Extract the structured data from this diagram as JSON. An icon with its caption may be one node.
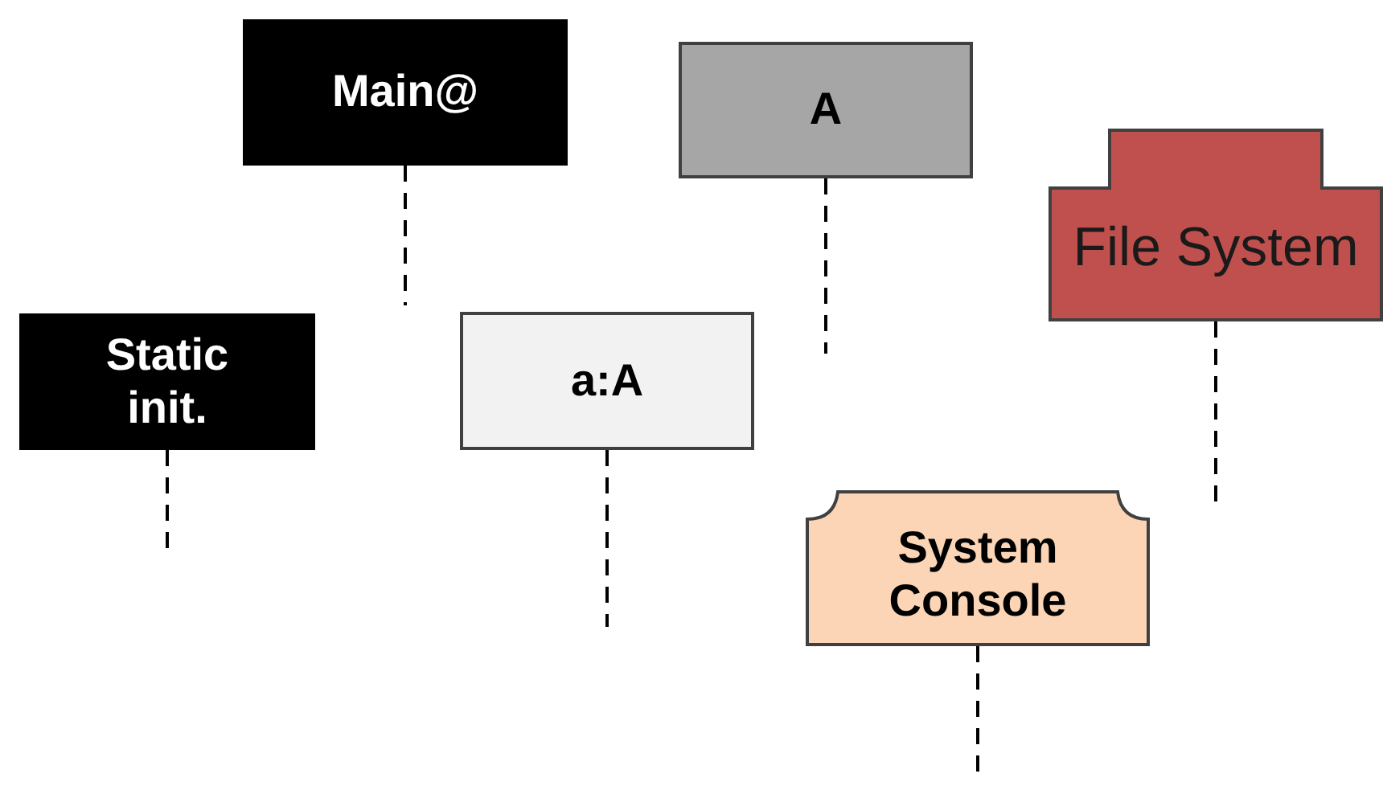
{
  "diagram": {
    "nodes": [
      {
        "text": [
          "Main@"
        ]
      },
      {
        "text": [
          "A"
        ]
      },
      {
        "text": [
          "File System"
        ]
      },
      {
        "text": [
          "Static init."
        ]
      },
      {
        "text": [
          "a:A"
        ]
      },
      {
        "text": [
          "System Console"
        ]
      }
    ],
    "edges": [
      {
        "from": 0,
        "to": null,
        "arrow": "none",
        "style": "dashed"
      },
      {
        "from": 1,
        "to": null,
        "arrow": "none",
        "style": "dashed"
      },
      {
        "from": 2,
        "to": null,
        "arrow": "none",
        "style": "dashed"
      },
      {
        "from": 3,
        "to": null,
        "arrow": "none",
        "style": "dashed"
      },
      {
        "from": 4,
        "to": null,
        "arrow": "none",
        "style": "dashed"
      },
      {
        "from": 5,
        "to": null,
        "arrow": "none",
        "style": "dashed"
      }
    ]
  }
}
